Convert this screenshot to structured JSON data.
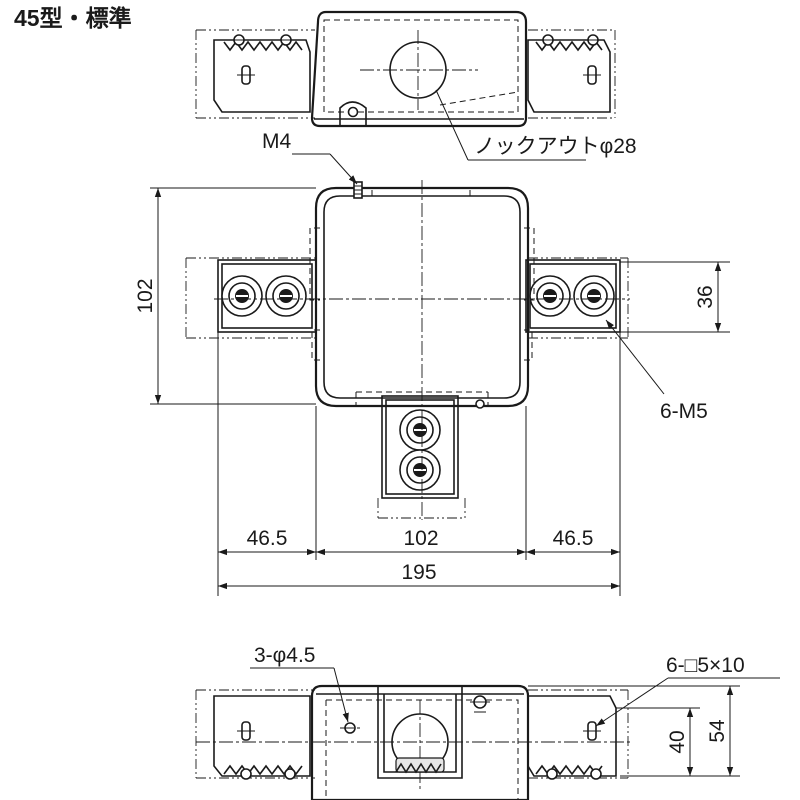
{
  "title": "45型・標準",
  "labels": {
    "knockout": "ノックアウトφ28",
    "m4": "M4",
    "m5": "6-M5",
    "holes": "3-φ4.5",
    "slots": "6-□5×10"
  },
  "dimensions": {
    "height_front": "102",
    "bracket_height": "36",
    "left_ext": "46.5",
    "center": "102",
    "right_ext": "46.5",
    "total": "195",
    "side_40": "40",
    "side_54": "54"
  }
}
